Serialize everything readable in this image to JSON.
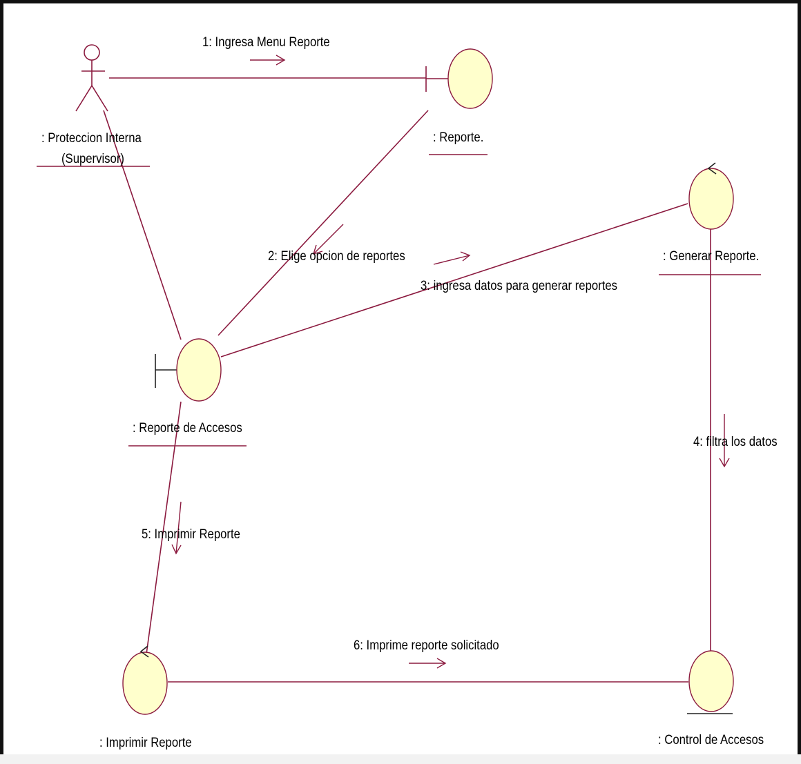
{
  "diagram": {
    "type": "UML collaboration diagram",
    "colors": {
      "line": "#8b1a3f",
      "object_fill": "#ffffcc",
      "text": "#000000"
    },
    "actor": {
      "label_line1": ": Proteccion Interna",
      "label_line2": "(Supervisor)"
    },
    "objects": {
      "reporte_boundary": {
        "label": ": Reporte.",
        "kind": "boundary"
      },
      "generar_reporte": {
        "label": ": Generar Reporte.",
        "kind": "control"
      },
      "reporte_accesos": {
        "label": ": Reporte de Accesos",
        "kind": "boundary"
      },
      "imprimir_reporte": {
        "label": ": Imprimir Reporte",
        "kind": "control"
      },
      "control_accesos": {
        "label": ": Control de Accesos",
        "kind": "entity"
      }
    },
    "messages": [
      {
        "text": "1: Ingresa Menu Reporte"
      },
      {
        "text": "2: Elige opcion de reportes"
      },
      {
        "text": "3: ingresa datos para generar  reportes"
      },
      {
        "text": "4: filtra los datos"
      },
      {
        "text": "5: Imprimir Reporte"
      },
      {
        "text": "6: Imprime reporte solicitado"
      }
    ]
  }
}
